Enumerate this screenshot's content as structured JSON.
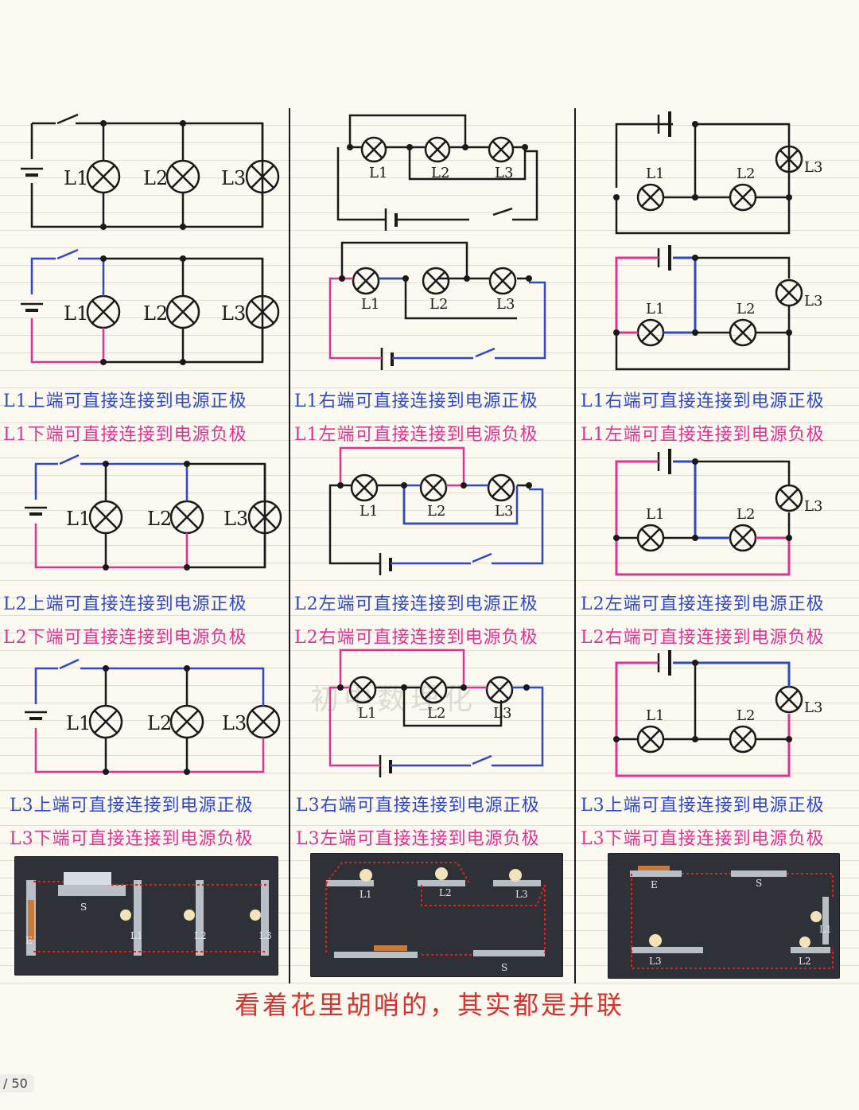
{
  "lamp_labels": [
    "L1",
    "L2",
    "L3"
  ],
  "captions": {
    "col1": [
      {
        "pos": "L1上端可直接连接到电源正极",
        "neg": "L1下端可直接连接到电源负极"
      },
      {
        "pos": "L2上端可直接连接到电源正极",
        "neg": "L2下端可直接连接到电源负极"
      },
      {
        "pos": "L3上端可直接连接到电源正极",
        "neg": "L3下端可直接连接到电源负极"
      }
    ],
    "col2": [
      {
        "pos": "L1右端可直接连接到电源正极",
        "neg": "L1左端可直接连接到电源负极"
      },
      {
        "pos": "L2左端可直接连接到电源正极",
        "neg": "L2右端可直接连接到电源负极"
      },
      {
        "pos": "L3右端可直接连接到电源正极",
        "neg": "L3左端可直接连接到电源负极"
      }
    ],
    "col3": [
      {
        "pos": "L1右端可直接连接到电源正极",
        "neg": "L1左端可直接连接到电源负极"
      },
      {
        "pos": "L2左端可直接连接到电源正极",
        "neg": "L2右端可直接连接到电源负极"
      },
      {
        "pos": "L3上端可直接连接到电源正极",
        "neg": "L3下端可直接连接到电源负极"
      }
    ]
  },
  "photo_labels": {
    "col1": {
      "switch": "S",
      "source": "E",
      "l1": "L1",
      "l2": "L2",
      "l3": "L3"
    },
    "col2": {
      "switch": "S",
      "l1": "L1",
      "l2": "L2",
      "l3": "L3"
    },
    "col3": {
      "switch": "S",
      "source": "E",
      "l1": "L1",
      "l2": "L2",
      "l3": "L3"
    }
  },
  "watermark": "初中数理化",
  "bottom_note": "看着花里胡哨的，其实都是并联",
  "page_indicator": "/ 50",
  "colors": {
    "positive": "#2f48c8",
    "negative": "#e0338f",
    "wire": "#1a1a1a",
    "note": "#d6332e"
  }
}
